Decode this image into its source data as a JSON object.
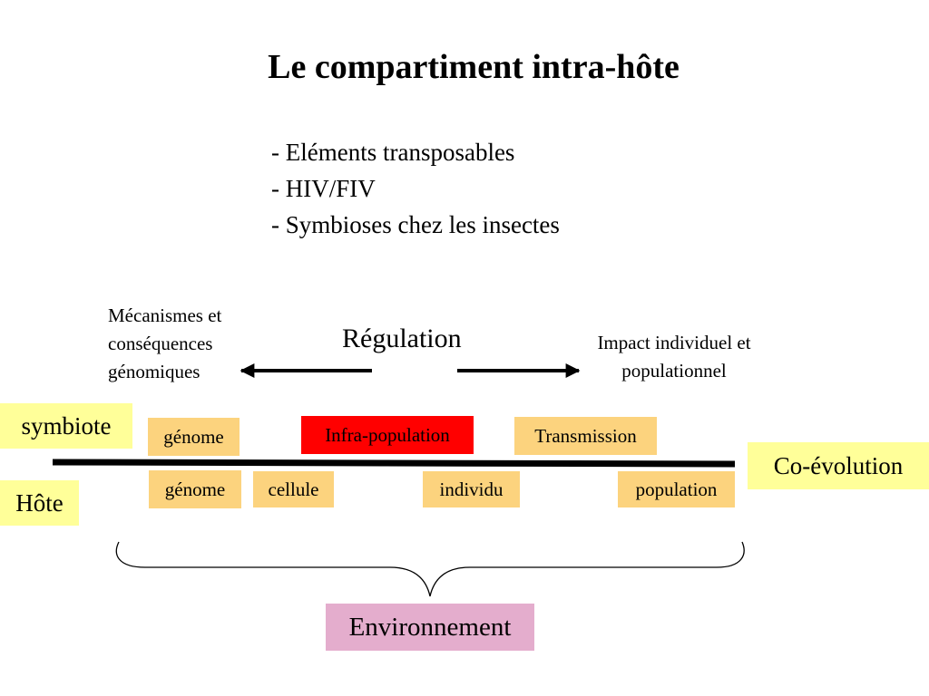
{
  "title": "Le compartiment intra-hôte",
  "bullets": [
    "- Eléments transposables",
    "- HIV/FIV",
    "- Symbioses chez les insectes"
  ],
  "left_annotation": [
    "Mécanismes et",
    "conséquences",
    "génomiques"
  ],
  "center_label": "Régulation",
  "right_annotation": [
    "Impact individuel et",
    "populationnel"
  ],
  "side_labels": {
    "symbiote": "symbiote",
    "hote": "Hôte",
    "coevolution": "Co-évolution"
  },
  "symbiote_levels": [
    "génome",
    "Infra-population",
    "Transmission"
  ],
  "host_levels": [
    "génome",
    "cellule",
    "individu",
    "population"
  ],
  "environment": "Environnement",
  "colors": {
    "level_box": "#fcd37e",
    "highlight_box": "#ff0000",
    "side_label": "#ffff99",
    "environment_box": "#e4adcd"
  }
}
